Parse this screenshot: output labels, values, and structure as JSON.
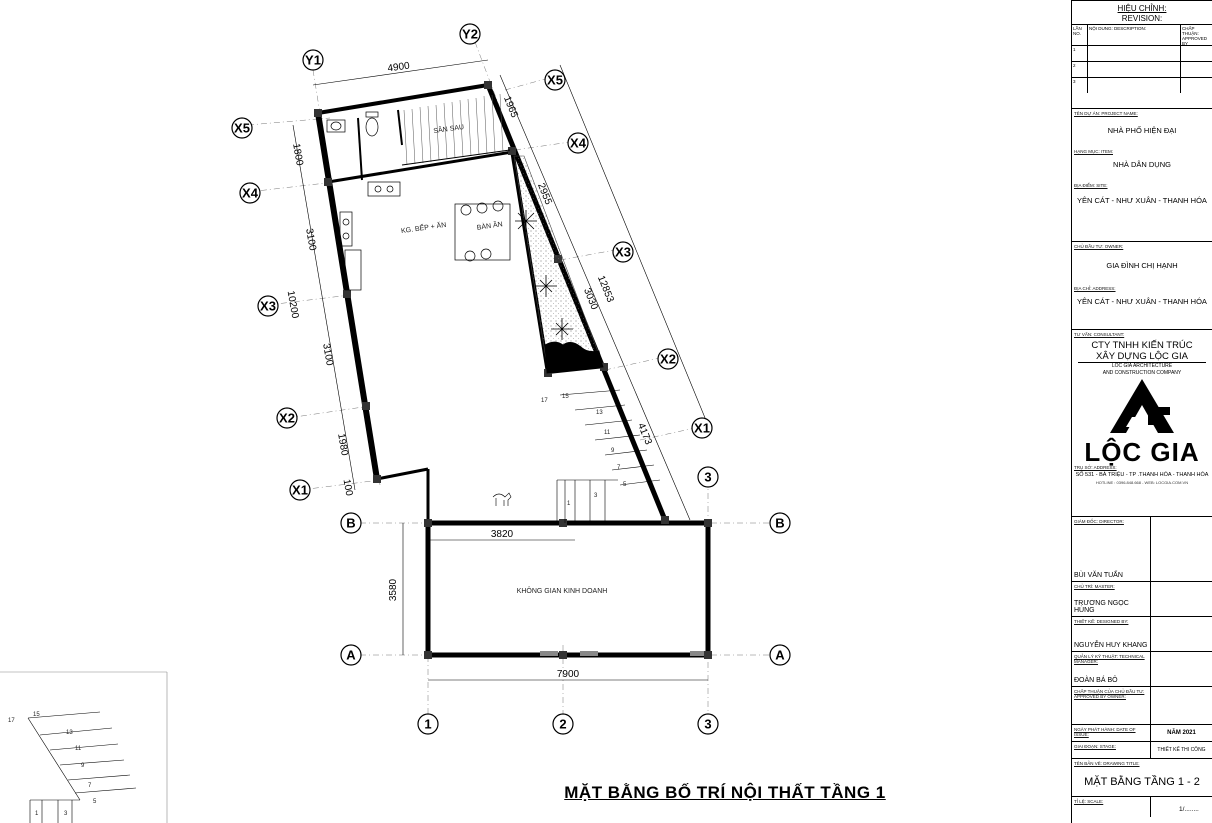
{
  "plan": {
    "axes": {
      "y1": "Y1",
      "y2": "Y2",
      "x5": "X5",
      "x4": "X4",
      "x3": "X3",
      "x2": "X2",
      "x1": "X1",
      "a": "A",
      "b": "B",
      "g1": "1",
      "g2": "2",
      "g3": "3"
    },
    "dims": {
      "top_width": "4900",
      "left_1800": "1800",
      "left_3100a": "3100",
      "left_10200": "10200",
      "left_3100b": "3100",
      "left_1980": "1980",
      "left_100": "100",
      "right_1965": "1965",
      "right_2955": "2955",
      "right_3030": "3030",
      "right_12853": "12853",
      "right_4173": "4173",
      "width_3820": "3820",
      "height_3580": "3580",
      "width_7900": "7900"
    },
    "rooms": {
      "backyard": "SÂN SAU",
      "kitchen": "KG. BẾP + ĂN",
      "dining": "BÀN ĂN",
      "business": "KHÔNG GIAN KINH DOANH"
    },
    "stairs": [
      "17",
      "15",
      "13",
      "11",
      "9",
      "7",
      "5",
      "3",
      "1"
    ],
    "inset_stairs": [
      "17",
      "15",
      "13",
      "11",
      "9",
      "7",
      "5",
      "3",
      "1"
    ]
  },
  "drawing_title": "MẶT BẰNG BỐ TRÍ NỘI THẤT TẦNG 1",
  "titleblock": {
    "revision_title_vi": "HIỆU CHỈNH:",
    "revision_title_en": "REVISION:",
    "rev_col_no": "LẦN NO.",
    "rev_col_desc": "NỘI DUNG: DESCRIPTION:",
    "rev_col_appr": "CHẤP THUẬN: APPROVED BY",
    "rev_rows": [
      "1",
      "2",
      "3"
    ],
    "project_label": "TÊN DỰ ÁN: PROJECT NAME:",
    "project": "NHÀ PHỐ HIỆN ĐẠI",
    "item_label": "HẠNG MỤC: ITEM:",
    "item": "NHÀ DÂN DỤNG",
    "site_label": "ĐỊA ĐIỂM: SITE:",
    "site": "YÊN CÁT - NHƯ XUÂN - THANH HÓA",
    "owner_label": "CHỦ ĐẦU TƯ: OWNER:",
    "owner": "GIA ĐÌNH CHỊ HẠNH",
    "address_label": "ĐỊA CHỈ: ADDRESS:",
    "address": "YÊN CÁT - NHƯ XUÂN - THANH HÓA",
    "consultant_label": "TƯ VẤN: CONSULTANT:",
    "company_vi_1": "CTY TNHH KIẾN TRÚC",
    "company_vi_2": "XÂY DỰNG LỘC GIA",
    "company_en_1": "LOC GIA ARCHITECTURE",
    "company_en_2": "AND CONSTRUCTION COMPANY",
    "logo_text": "LỘC GIA",
    "hq_label": "TRỤ SỞ: ADDRESS:",
    "company_address": "SỐ 531 - BÀ TRIỆU - TP .THANH HÓA - THANH HÓA",
    "hotline": "HOTLINE : 0396.848.668 - WEB: LOCGIA.COM.VN",
    "director_label": "GIÁM ĐỐC: DIRECTOR:",
    "director": "BÙI VĂN TUẤN",
    "master_label": "CHỦ TRÌ: MASTER:",
    "master": "TRƯƠNG NGỌC HÙNG",
    "designer_label": "THIẾT KẾ: DESIGNED BY:",
    "designer": "NGUYỄN HUY KHANG",
    "manager_label": "QUẢN LÝ KỸ THUẬT: TECHNICAL MANAGER:",
    "manager": "ĐOÀN BÁ BÔ",
    "owner_approval_label": "CHẤP THUẬN CỦA CHỦ ĐẦU TƯ: APPROVED BY OWNER:",
    "issue_date_label": "NGÀY PHÁT HÀNH: DATE OF ISSUE:",
    "issue_date": "NĂM 2021",
    "stage_label": "GIAI ĐOẠN: STAGE:",
    "stage": "THIẾT KẾ THI CÔNG",
    "drawing_title_label": "TÊN BẢN VẼ: DRAWING TITLE:",
    "sheet_title": "MẶT BẰNG TẦNG 1 - 2",
    "scale_label": "TỈ LỆ: SCALE:",
    "scale": "1/........"
  }
}
